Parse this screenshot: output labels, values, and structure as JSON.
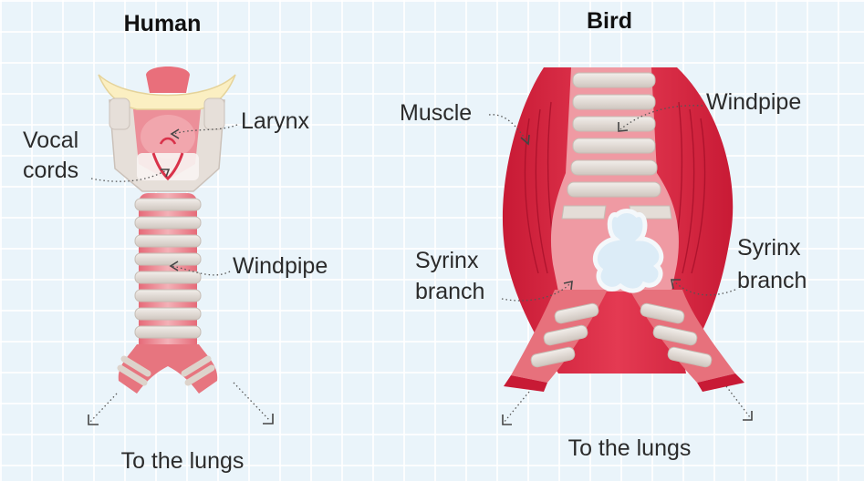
{
  "human": {
    "title": "Human",
    "larynx_label": "Larynx",
    "vocal_line1": "Vocal",
    "vocal_line2": "cords",
    "windpipe_label": "Windpipe",
    "lungs_label": "To the lungs"
  },
  "bird": {
    "title": "Bird",
    "muscle_label": "Muscle",
    "windpipe_label": "Windpipe",
    "syrinx_left_line1": "Syrinx",
    "syrinx_left_line2": "branch",
    "syrinx_right_line1": "Syrinx",
    "syrinx_right_line2": "branch",
    "lungs_label": "To the lungs"
  },
  "colors": {
    "background": "#eaf4fa",
    "muscle_red": "#d8263f",
    "tissue_pink": "#ee9aa2",
    "cartilage": "#e2dcd6",
    "bone_yellow": "#fbefc2",
    "syrinx_membrane": "#dcecf7"
  }
}
